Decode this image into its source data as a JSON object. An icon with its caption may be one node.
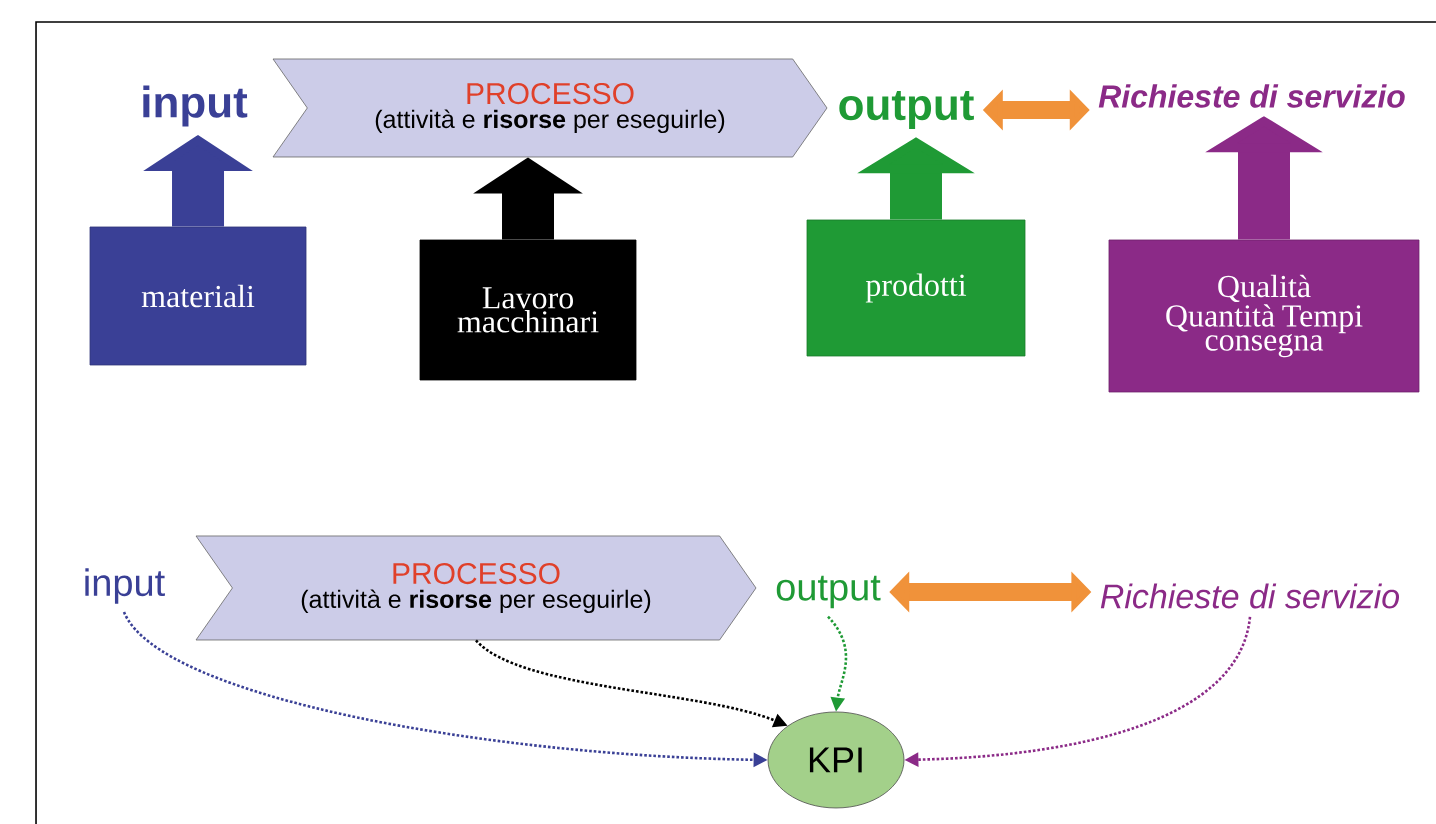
{
  "diagram": {
    "nodes": [
      {
        "text": [
          "input"
        ]
      },
      {
        "text": [
          "PROCESSO",
          "(attività e **risorse** per eseguirle)"
        ]
      },
      {
        "text": [
          "output"
        ]
      },
      {
        "text": [
          "Richieste di servizio"
        ]
      },
      {
        "text": [
          "materiali"
        ]
      },
      {
        "text": [
          "Lavoro macchinari"
        ]
      },
      {
        "text": [
          "prodotti"
        ]
      },
      {
        "text": [
          "Qualità Quantità Tempi consegna"
        ]
      },
      {
        "text": [
          "input"
        ]
      },
      {
        "text": [
          "PROCESSO",
          "(attività e **risorse** per eseguirle)"
        ]
      },
      {
        "text": [
          "output"
        ]
      },
      {
        "text": [
          "Richieste di servizio"
        ]
      },
      {
        "text": [
          "KPI"
        ]
      }
    ],
    "edges": [
      {
        "from": 4,
        "to": 0,
        "arrow": "to",
        "style": "thick",
        "color": "#3a4096"
      },
      {
        "from": 5,
        "to": 1,
        "arrow": "to",
        "style": "thick",
        "color": "#000000"
      },
      {
        "from": 6,
        "to": 2,
        "arrow": "to",
        "style": "thick",
        "color": "#1f9a35"
      },
      {
        "from": 7,
        "to": 3,
        "arrow": "to",
        "style": "thick",
        "color": "#8b2a87"
      },
      {
        "from": 2,
        "to": 3,
        "arrow": "both",
        "color": "#f0923a"
      },
      {
        "from": 8,
        "to": 12,
        "arrow": "to",
        "style": "dashed",
        "color": "#3a4096"
      },
      {
        "from": 9,
        "to": 12,
        "arrow": "to",
        "style": "dashed",
        "color": "#000000"
      },
      {
        "from": 10,
        "to": 12,
        "arrow": "to",
        "style": "dashed",
        "color": "#1f9a35"
      },
      {
        "from": 11,
        "to": 12,
        "arrow": "to",
        "style": "dashed",
        "color": "#8b2a87"
      },
      {
        "from": 10,
        "to": 11,
        "arrow": "both",
        "color": "#f0923a"
      }
    ]
  }
}
